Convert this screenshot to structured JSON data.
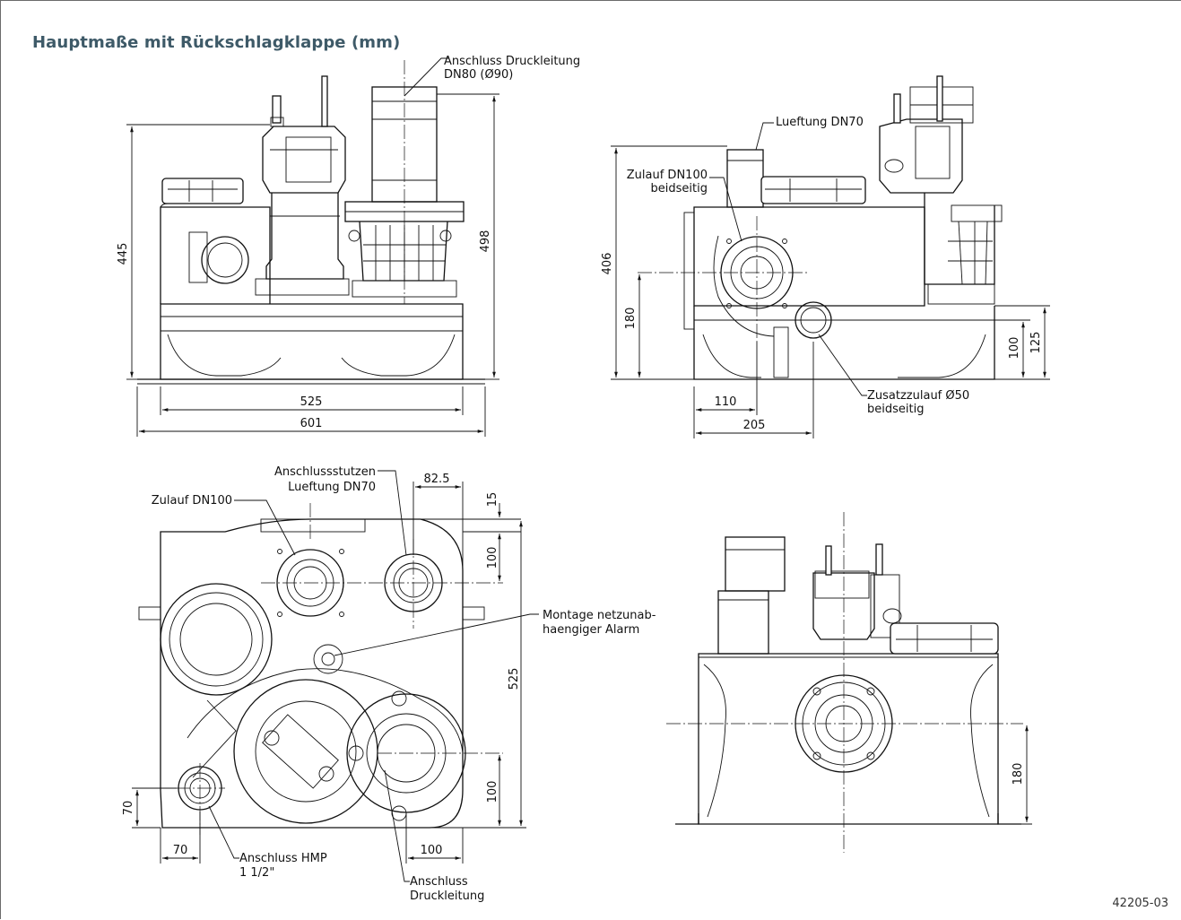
{
  "title": "Hauptmaße mit Rückschlagklappe (mm)",
  "drawing_code": "42205-03",
  "front_view": {
    "callout_pressure": [
      "Anschluss Druckleitung",
      "DN80 (Ø90)"
    ],
    "dim_445": "445",
    "dim_498": "498",
    "dim_525": "525",
    "dim_601": "601"
  },
  "side_view": {
    "callout_vent": "Lueftung DN70",
    "callout_inlet": [
      "Zulauf DN100",
      "beidseitig"
    ],
    "callout_extra_inlet": [
      "Zusatzzulauf Ø50",
      "beidseitig"
    ],
    "dim_406": "406",
    "dim_180": "180",
    "dim_100": "100",
    "dim_125": "125",
    "dim_110": "110",
    "dim_205": "205"
  },
  "top_view": {
    "callout_vent_socket": [
      "Anschlussstutzen",
      "Lueftung DN70"
    ],
    "callout_inlet": "Zulauf DN100",
    "callout_alarm": [
      "Montage netzunab-",
      "haengiger Alarm"
    ],
    "callout_hmp": [
      "Anschluss HMP",
      "1 1/2\""
    ],
    "callout_pressure": [
      "Anschluss",
      "Druckleitung"
    ],
    "dim_82_5": "82.5",
    "dim_15": "15",
    "dim_100_top": "100",
    "dim_525": "525",
    "dim_100_bottom": "100",
    "dim_70_left": "70",
    "dim_70_bottom": "70",
    "dim_100_horizontal": "100"
  },
  "rear_view": {
    "dim_180": "180"
  }
}
